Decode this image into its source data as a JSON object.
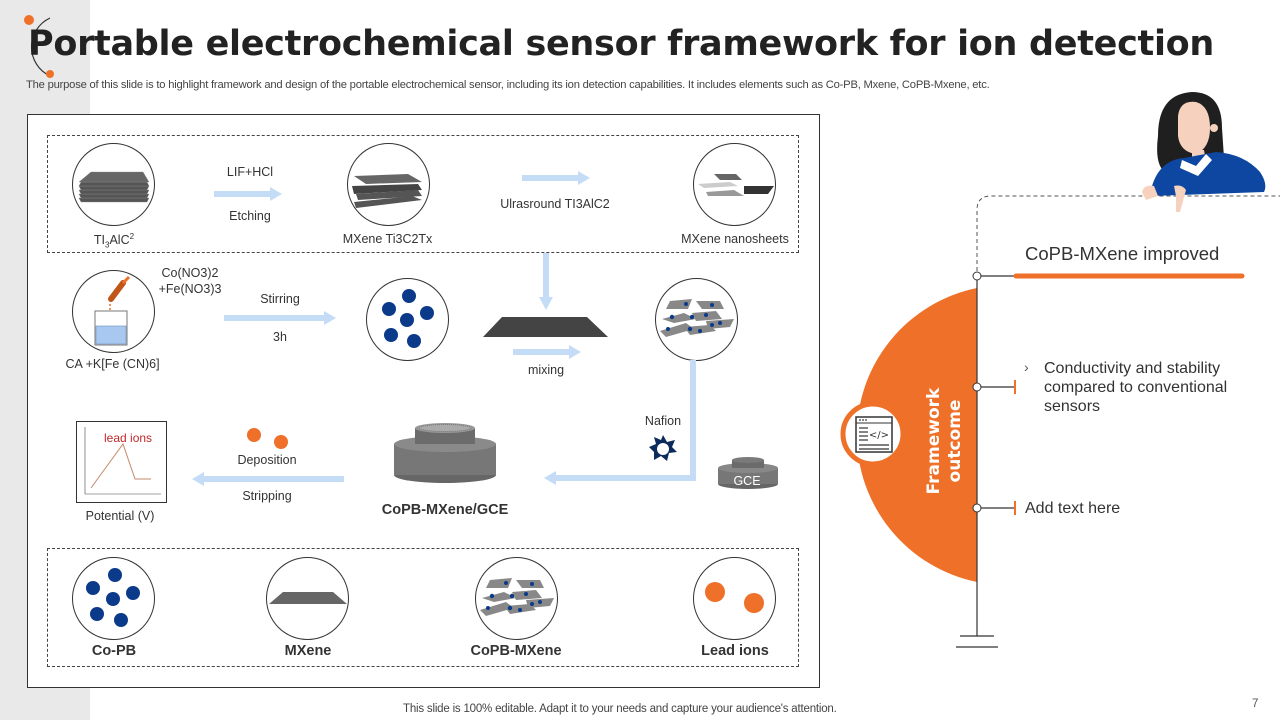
{
  "slide": {
    "title": "Portable electrochemical sensor framework for ion detection",
    "subtitle": "The purpose of this slide is to highlight framework and design of the portable electrochemical sensor, including its ion detection capabilities. It includes elements such as Co-PB, Mxene,  CoPB-Mxene,  etc.",
    "footer": "This slide is 100% editable. Adapt it to your needs and capture your audience's attention.",
    "page_number": "7"
  },
  "colors": {
    "accent_orange": "#ee7029",
    "navy": "#0b3a8a",
    "arrow_blue": "#c5dcf7",
    "layer_gray": "#5a5a5a"
  },
  "diagram": {
    "row1": {
      "ti3alc2_label_main": "TI",
      "ti3alc2_label_sub": "3",
      "ti3alc2_label_mid": "AlC",
      "ti3alc2_label_sup": "2",
      "reagent": "LIF+HCl",
      "process": "Etching",
      "mxene_label": "MXene  Ti3C2Tx",
      "ultrasound": "Ulrasround  TI3AlC2",
      "nanosheets_label": "MXene  nanosheets"
    },
    "row2": {
      "beaker_label": "CA +K[Fe (CN)6]",
      "reagent_line1": "Co(NO3)2",
      "reagent_line2": "+Fe(NO3)3",
      "process": "Stirring",
      "duration": "3h",
      "mixing": "mixing"
    },
    "row3": {
      "graph_label": "lead ions",
      "graph_axis": "Potential (V)",
      "deposition": "Deposition",
      "stripping": "Stripping",
      "electrode_label": "CoPB-MXene/GCE",
      "nafion": "Nafion",
      "gce": "GCE"
    },
    "legend": [
      {
        "label": "Co-PB",
        "icon": "co-pb-particles-icon"
      },
      {
        "label": "MXene",
        "icon": "mxene-sheet-icon"
      },
      {
        "label": "CoPB-MXene",
        "icon": "copb-mxene-composite-icon"
      },
      {
        "label": "Lead ions",
        "icon": "lead-ions-icon"
      }
    ]
  },
  "outcome": {
    "vertical_title_line1": "Framework",
    "vertical_title_line2": "outcome",
    "icon": "code-window-icon",
    "heading": "CoPB-MXene improved",
    "items": [
      {
        "bullet": "›",
        "text": "Conductivity and stability compared to conventional sensors"
      },
      {
        "text": "Add text here"
      }
    ]
  }
}
